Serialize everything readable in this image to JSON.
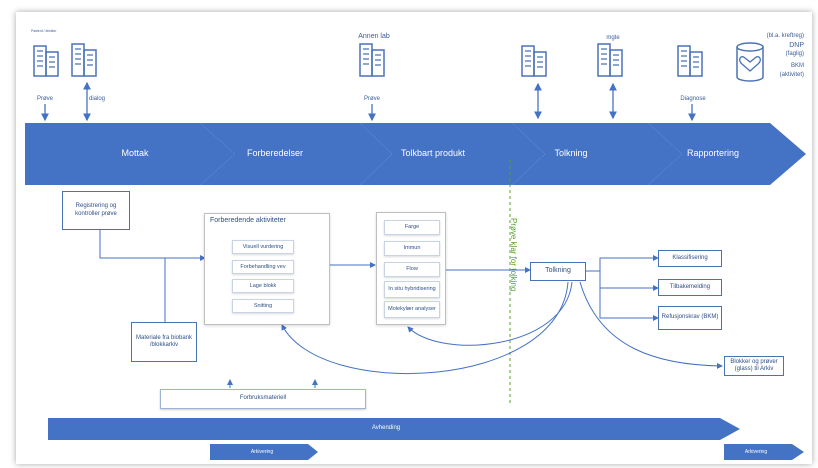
{
  "colors": {
    "accent": "#4472C4",
    "dark": "#2f4f85",
    "divider": "#5aa02c"
  },
  "top": {
    "top_left_small_label": "Pasient / kliniker",
    "anner_lab": "Annen lab",
    "mgte": "mgte",
    "right_labels": [
      "(bl.a. kreftreg)",
      "DNP",
      "(faglig)",
      "BKM",
      "(aktivitet)"
    ],
    "arrow_labels": {
      "prove1": "Prøve",
      "dialog": "dialog",
      "prove2": "Prøve",
      "diagnose": "Diagnose"
    }
  },
  "stages": [
    "Mottak",
    "Forberedelser",
    "Tolkbart produkt",
    "Tolkning",
    "Rapportering"
  ],
  "boxes": {
    "registrering": "Registrering og kontroller prøve",
    "materiale": "Materiale fra biobank /blokkarkiv",
    "tolkning": "Tolkning",
    "blokker": "Blokker og prøver (glass) til Arkiv",
    "forbruk": "Forbruksmateriell"
  },
  "forberedende": {
    "title": "Forberedende aktiviteter",
    "items": [
      "Visuell vurdering",
      "Forbehandling vev",
      "Lage blokk",
      "Snitting"
    ]
  },
  "tolkbart_items": [
    "Farge",
    "Immun",
    "Flow",
    "In situ hybridisering",
    "Molekylær analyser"
  ],
  "output_items": [
    "Klassifisering",
    "Tilbakemelding",
    "Refusjonskrav (BKM)"
  ],
  "divider_label": "Prøve klar for tolking",
  "bottom": {
    "avhending": "Avhending",
    "arkivering1": "Arkivering",
    "arkivering2": "Arkivering"
  }
}
